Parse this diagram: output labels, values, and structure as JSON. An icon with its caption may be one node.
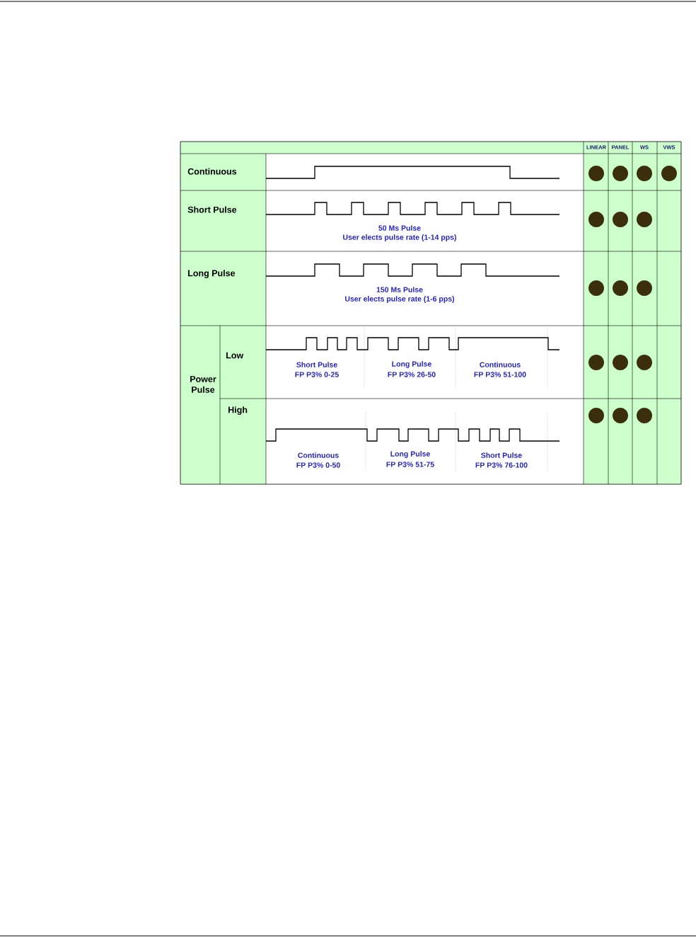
{
  "diagram": {
    "nodes": [
      {
        "text": [],
        "shape": "circle"
      },
      {
        "text": [],
        "shape": "circle"
      },
      {
        "text": [],
        "shape": "circle"
      },
      {
        "text": [],
        "shape": "circle"
      },
      {
        "text": [],
        "shape": "circle"
      },
      {
        "text": [],
        "shape": "circle"
      },
      {
        "text": [],
        "shape": "circle"
      },
      {
        "text": [],
        "shape": "circle"
      },
      {
        "text": [],
        "shape": "circle"
      },
      {
        "text": [],
        "shape": "circle"
      },
      {
        "text": [],
        "shape": "circle"
      },
      {
        "text": [],
        "shape": "circle"
      },
      {
        "text": [],
        "shape": "circle"
      },
      {
        "text": [],
        "shape": "circle"
      },
      {
        "text": [],
        "shape": "circle"
      },
      {
        "text": [],
        "shape": "circle"
      }
    ],
    "labels": [
      "LINEAR",
      "PANEL",
      "WS",
      "VWS",
      "Continuous",
      "Short Pulse",
      "50 Ms Pulse",
      "User elects pulse rate (1-14 pps)",
      "Long Pulse",
      "150 Ms Pulse",
      "User elects pulse rate (1-6 pps)",
      "Power Pulse",
      "Low",
      "Short Pulse",
      "FP P3% 0-25",
      "Long Pulse",
      "FP P3% 26-50",
      "Continuous",
      "FP P3% 51-100",
      "High",
      "Continuous",
      "FP P3% 0-50",
      "Long Pulse",
      "FP P3% 51-75",
      "Short Pulse",
      "FP P3% 76-100"
    ]
  }
}
